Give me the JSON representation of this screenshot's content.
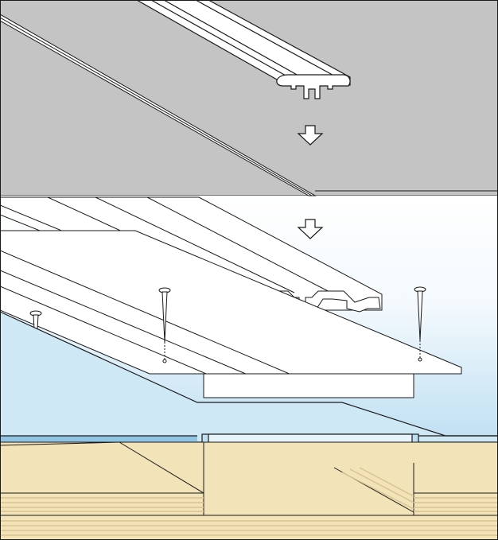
{
  "diagram": {
    "kind": "exploded installation view",
    "labels": [],
    "layers": [
      {
        "name": "transition-profile",
        "color": "#ffffff"
      },
      {
        "name": "floor-covering",
        "color": "#c4c4c4"
      },
      {
        "name": "base-profile",
        "color": "#ffffff"
      },
      {
        "name": "nail-fixings",
        "count": 2,
        "color": "#ffffff"
      },
      {
        "name": "separate-nail",
        "count": 1,
        "color": "#ffffff"
      },
      {
        "name": "insulation-layer",
        "color": "#cfe8f6"
      },
      {
        "name": "wood-subfloor",
        "color": "#f2e3b8"
      }
    ],
    "arrows": [
      {
        "name": "assembly-arrow",
        "direction": "down"
      },
      {
        "name": "assembly-arrow",
        "direction": "down"
      },
      {
        "name": "assembly-arrow",
        "direction": "down"
      },
      {
        "name": "assembly-arrow",
        "direction": "down"
      },
      {
        "name": "assembly-arrow",
        "direction": "down"
      }
    ],
    "colors": {
      "outline": "#1a1a1a",
      "panel_grey": "#c4c4c4",
      "sky_top": "#ffffff",
      "sky_bottom": "#bfe0f3",
      "wood": "#f2e3b8",
      "wood_grain": "#d9c38f"
    }
  }
}
